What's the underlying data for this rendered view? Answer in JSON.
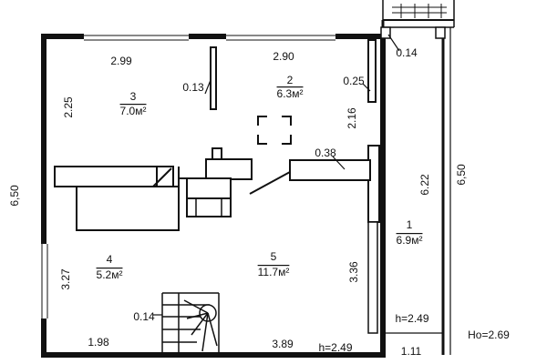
{
  "colors": {
    "ink": "#111111",
    "paper": "#ffffff"
  },
  "rooms": [
    {
      "number": "1",
      "area": "6.9м²"
    },
    {
      "number": "2",
      "area": "6.3м²"
    },
    {
      "number": "3",
      "area": "7.0м²"
    },
    {
      "number": "4",
      "area": "5.2м²"
    },
    {
      "number": "5",
      "area": "11.7м²"
    }
  ],
  "dimensions": {
    "top_left_width": "2.99",
    "top_right_width": "2.90",
    "room3_height": "2.25",
    "overall_height_left": "6,50",
    "overall_height_right": "6,50",
    "partition_2_16": "2.16",
    "balcony_length": "6.22",
    "room4_height": "3.27",
    "room5_height": "3.36",
    "bottom_left_width": "1.98",
    "bottom_mid_width": "3.89",
    "bottom_balcony_width": "1.11",
    "wall_013": "0.13",
    "wall_025": "0.25",
    "wall_014_top": "0.14",
    "wall_038": "0.38",
    "wall_014_stair": "0.14"
  },
  "heights": {
    "h_main": "h=2.49",
    "h_balcony": "h=2.49",
    "h_outside": "Hо=2.69"
  }
}
